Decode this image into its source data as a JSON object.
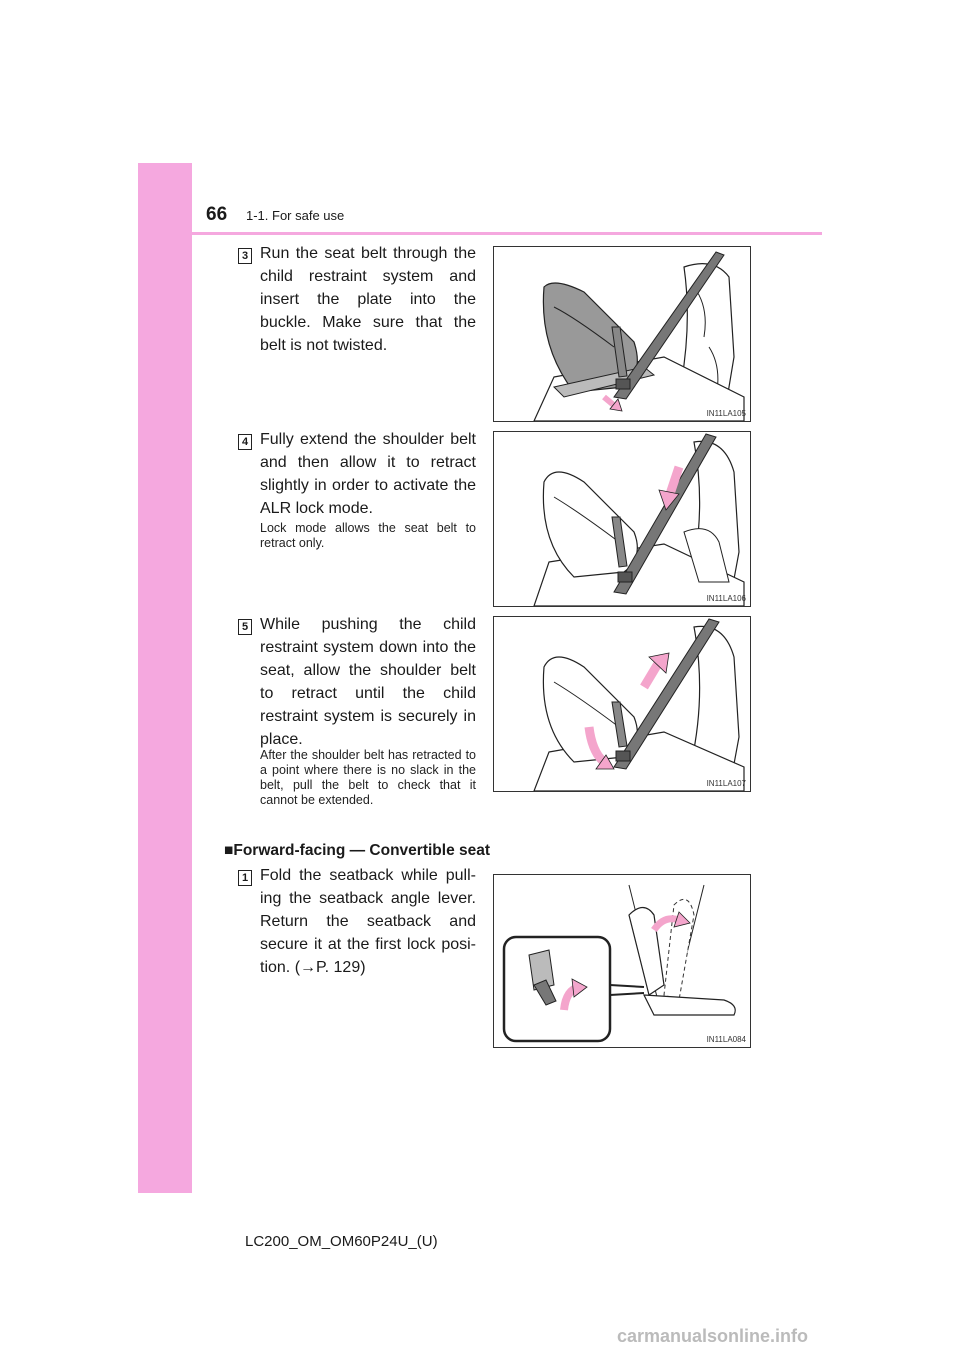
{
  "header": {
    "page_number": "66",
    "section": "1-1. For safe use"
  },
  "steps": [
    {
      "num": "3",
      "text": "Run the seat belt through the child restraint system and insert the plate into the buckle. Make sure that the belt is not twisted.",
      "figure_code": "IN11LA105"
    },
    {
      "num": "4",
      "text": "Fully extend the shoulder belt and then allow it to retract slightly in order to activate the ALR lock mode.",
      "note": "Lock mode allows the seat belt to retract only.",
      "figure_code": "IN11LA106"
    },
    {
      "num": "5",
      "text": "While pushing the child restraint system down into the seat, allow the shoulder belt to retract until the child restraint system is securely in place.",
      "note": "After the shoulder belt has retracted to a point where there is no slack in the belt, pull the belt to check that it cannot be extended.",
      "figure_code": "IN11LA107"
    }
  ],
  "subheading": "■Forward-facing — Convertible seat",
  "forward_steps": [
    {
      "num": "1",
      "text": "Fold the seatback while pull-ing the seatback angle lever. Return the seatback and secure it at the first lock posi-tion. (→P. 129)",
      "figure_code": "IN11LA084"
    }
  ],
  "footer": "LC200_OM_OM60P24U_(U)",
  "watermark": "carmanualsonline.info",
  "colors": {
    "accent": "#f5a8df",
    "arrow": "#f4a5cc"
  }
}
